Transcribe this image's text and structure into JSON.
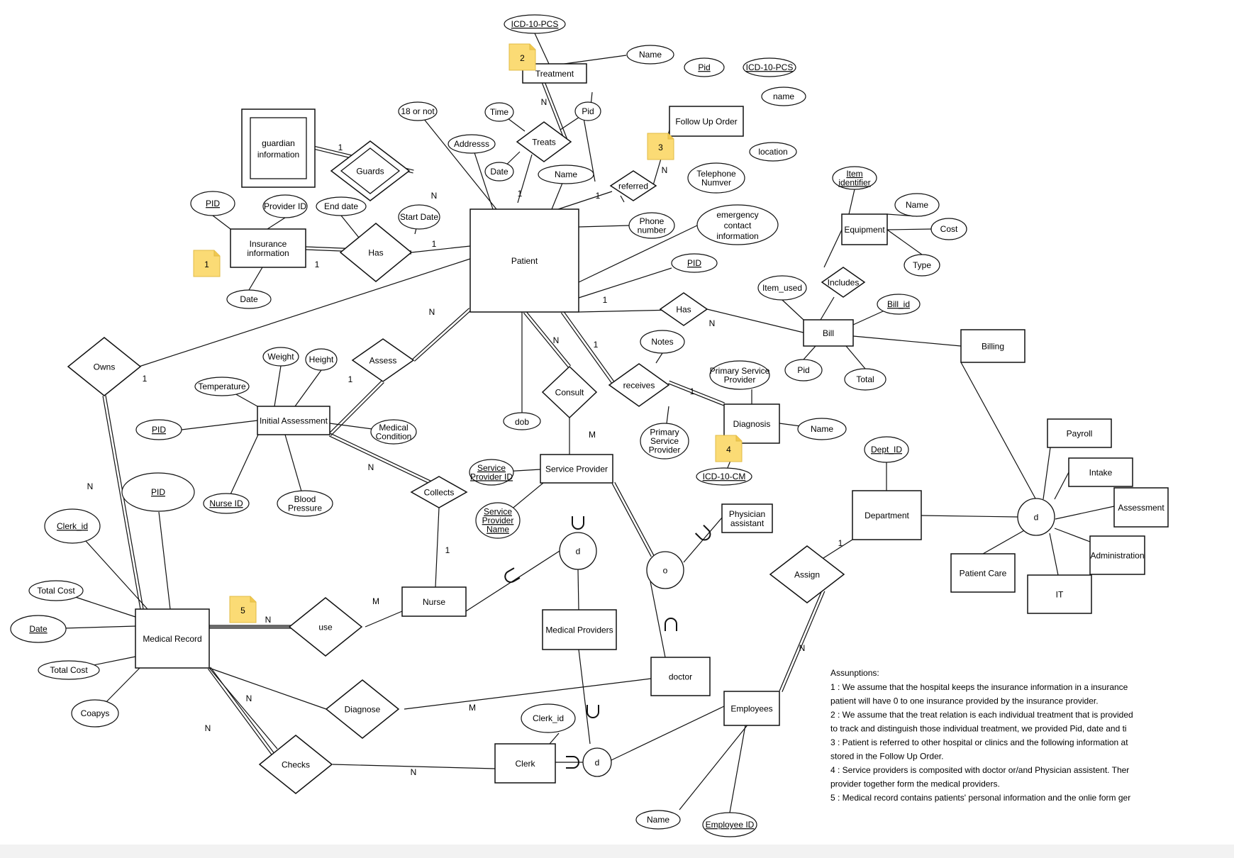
{
  "diagram": {
    "entities": [
      {
        "id": "patient",
        "label": "Patient"
      },
      {
        "id": "treatment",
        "label": "Treatment"
      },
      {
        "id": "follow_up_order",
        "label": "Follow Up Order"
      },
      {
        "id": "guardian_info",
        "label": "guardian\ninformation",
        "weak": true
      },
      {
        "id": "insurance_info",
        "label": "Insurance\ninformation"
      },
      {
        "id": "equipment",
        "label": "Equipment"
      },
      {
        "id": "bill",
        "label": "Bill"
      },
      {
        "id": "billing",
        "label": "Billing"
      },
      {
        "id": "initial_assessment",
        "label": "Initial Assessment"
      },
      {
        "id": "diagnosis",
        "label": "Diagnosis"
      },
      {
        "id": "service_provider",
        "label": "Service Provider"
      },
      {
        "id": "physician_assistant",
        "label": "Physician\nassistant"
      },
      {
        "id": "nurse",
        "label": "Nurse"
      },
      {
        "id": "medical_providers",
        "label": "Medical Providers"
      },
      {
        "id": "medical_record",
        "label": "Medical Record"
      },
      {
        "id": "doctor",
        "label": "doctor"
      },
      {
        "id": "department",
        "label": "Department"
      },
      {
        "id": "payroll",
        "label": "Payroll"
      },
      {
        "id": "intake",
        "label": "Intake"
      },
      {
        "id": "assessment_dept",
        "label": "Assessment"
      },
      {
        "id": "administration",
        "label": "Administration"
      },
      {
        "id": "patient_care",
        "label": "Patient Care"
      },
      {
        "id": "it",
        "label": "IT"
      },
      {
        "id": "employees",
        "label": "Employees"
      },
      {
        "id": "clerk",
        "label": "Clerk"
      }
    ],
    "relationships": [
      {
        "id": "treats",
        "label": "Treats"
      },
      {
        "id": "guards",
        "label": "Guards",
        "identifying": true
      },
      {
        "id": "has_insurance",
        "label": "Has"
      },
      {
        "id": "referred",
        "label": "referred"
      },
      {
        "id": "includes",
        "label": "Includes"
      },
      {
        "id": "has_bill",
        "label": "Has"
      },
      {
        "id": "owns",
        "label": "Owns"
      },
      {
        "id": "assess",
        "label": "Assess"
      },
      {
        "id": "consult",
        "label": "Consult"
      },
      {
        "id": "receives",
        "label": "receives"
      },
      {
        "id": "collects",
        "label": "Collects"
      },
      {
        "id": "use",
        "label": "use"
      },
      {
        "id": "diagnose",
        "label": "Diagnose"
      },
      {
        "id": "checks",
        "label": "Checks"
      },
      {
        "id": "assign",
        "label": "Assign"
      }
    ],
    "attributes": [
      {
        "id": "icd_pcs_treat",
        "label": "ICD-10-PCS",
        "key": true
      },
      {
        "id": "treat_name",
        "label": "Name"
      },
      {
        "id": "fu_pid",
        "label": "Pid",
        "key": true
      },
      {
        "id": "fu_icd",
        "label": "ICD-10-PCS",
        "key": true
      },
      {
        "id": "fu_name",
        "label": "name"
      },
      {
        "id": "fu_location",
        "label": "location"
      },
      {
        "id": "fu_phone",
        "label": "Telephone\nNumver"
      },
      {
        "id": "age18",
        "label": "18 or not"
      },
      {
        "id": "tr_time",
        "label": "Time"
      },
      {
        "id": "tr_pid",
        "label": "Pid"
      },
      {
        "id": "tr_date",
        "label": "Date"
      },
      {
        "id": "address",
        "label": "Addresss"
      },
      {
        "id": "p_name",
        "label": "Name"
      },
      {
        "id": "phone",
        "label": "Phone\nnumber"
      },
      {
        "id": "emergency",
        "label": "emergency\ncontact\ninformation"
      },
      {
        "id": "p_pid",
        "label": "PID",
        "key": true
      },
      {
        "id": "dob",
        "label": "dob"
      },
      {
        "id": "ins_pid",
        "label": "PID",
        "key": true
      },
      {
        "id": "provider_id",
        "label": "Provider ID"
      },
      {
        "id": "end_date",
        "label": "End date"
      },
      {
        "id": "start_date",
        "label": "Start Date"
      },
      {
        "id": "ins_date",
        "label": "Date"
      },
      {
        "id": "item_id",
        "label": "Item\nidentifier",
        "key": true
      },
      {
        "id": "eq_name",
        "label": "Name"
      },
      {
        "id": "eq_cost",
        "label": "Cost"
      },
      {
        "id": "eq_type",
        "label": "Type"
      },
      {
        "id": "item_used",
        "label": "Item_used"
      },
      {
        "id": "bill_id",
        "label": "Bill_id",
        "key": true
      },
      {
        "id": "bill_pid",
        "label": "Pid"
      },
      {
        "id": "bill_total",
        "label": "Total"
      },
      {
        "id": "notes",
        "label": "Notes"
      },
      {
        "id": "psp_diag",
        "label": "Primary Service\nProvider"
      },
      {
        "id": "diag_name",
        "label": "Name"
      },
      {
        "id": "icd_cm",
        "label": "ICD-10-CM",
        "key": true
      },
      {
        "id": "psp_recv",
        "label": "Primary\nService\nProvider"
      },
      {
        "id": "weight",
        "label": "Weight"
      },
      {
        "id": "height",
        "label": "Height"
      },
      {
        "id": "temperature",
        "label": "Temperature"
      },
      {
        "id": "ia_pid",
        "label": "PID",
        "key": true
      },
      {
        "id": "med_cond",
        "label": "Medical\nCondition"
      },
      {
        "id": "nurse_id",
        "label": "Nurse ID",
        "key": true
      },
      {
        "id": "blood_pressure",
        "label": "Blood\nPressure"
      },
      {
        "id": "sp_id",
        "label": "Service\nProvider ID",
        "key": true
      },
      {
        "id": "sp_name",
        "label": "Service\nProvider\nName",
        "key": true
      },
      {
        "id": "mr_pid",
        "label": "PID",
        "key": true
      },
      {
        "id": "clerk_id_mr",
        "label": "Clerk_id",
        "key": true
      },
      {
        "id": "total_cost1",
        "label": "Total Cost"
      },
      {
        "id": "mr_date",
        "label": "Date",
        "key": true
      },
      {
        "id": "total_cost2",
        "label": "Total Cost"
      },
      {
        "id": "coapys",
        "label": "Coapys"
      },
      {
        "id": "clerk_id",
        "label": "Clerk_id"
      },
      {
        "id": "dept_id",
        "label": "Dept_ID",
        "key": true
      },
      {
        "id": "emp_name",
        "label": "Name"
      },
      {
        "id": "emp_id",
        "label": "Employee ID",
        "key": true
      }
    ],
    "specializations": [
      {
        "id": "sp_d",
        "label": "d"
      },
      {
        "id": "sp_o",
        "label": "o"
      },
      {
        "id": "dept_d",
        "label": "d"
      },
      {
        "id": "emp_d",
        "label": "d"
      }
    ],
    "cardinalities": [
      {
        "id": "c_treat",
        "label": "N"
      },
      {
        "id": "c_treats_pat",
        "label": "1"
      },
      {
        "id": "c_guard",
        "label": "1"
      },
      {
        "id": "c_guard_pat",
        "label": "N"
      },
      {
        "id": "c_ins",
        "label": "1"
      },
      {
        "id": "c_has_pat",
        "label": "1"
      },
      {
        "id": "c_ref_pat",
        "label": "1"
      },
      {
        "id": "c_ref_fu",
        "label": "N"
      },
      {
        "id": "c_hasb_pat",
        "label": "1"
      },
      {
        "id": "c_hasb_bill",
        "label": "N"
      },
      {
        "id": "c_assess_pat",
        "label": "N"
      },
      {
        "id": "c_assess_ia",
        "label": "1"
      },
      {
        "id": "c_owns",
        "label": "1"
      },
      {
        "id": "c_owns_mr",
        "label": "N"
      },
      {
        "id": "c_consult_pat",
        "label": "N"
      },
      {
        "id": "c_consult_sp",
        "label": "M"
      },
      {
        "id": "c_recv_pat",
        "label": "1"
      },
      {
        "id": "c_recv_diag",
        "label": "1"
      },
      {
        "id": "c_coll_ia",
        "label": "N"
      },
      {
        "id": "c_coll_nurse",
        "label": "1"
      },
      {
        "id": "c_use_nurse",
        "label": "M"
      },
      {
        "id": "c_use_mr",
        "label": "N"
      },
      {
        "id": "c_diag_mr",
        "label": "N"
      },
      {
        "id": "c_diag_doc",
        "label": "M"
      },
      {
        "id": "c_checks_mr",
        "label": "N"
      },
      {
        "id": "c_checks_clerk",
        "label": "N"
      },
      {
        "id": "c_assign_dept",
        "label": "1"
      },
      {
        "id": "c_assign_emp",
        "label": "N"
      }
    ],
    "notes": [
      "1",
      "2",
      "3",
      "4",
      "5"
    ]
  },
  "assumptions": {
    "title": "Assunptions:",
    "lines": [
      "1 : We assume that  the hospital keeps the insurance information in a insurance",
      "patient will have 0 to one insurance provided by the insurance provider.",
      "2 : We assume that the treat relation is each individual treatment that is provided",
      "to track and distinguish those individual treatment, we  provided Pid, date and ti",
      "3 : Patient is referred to other hospital or clinics  and the following information at",
      "stored in the Follow Up Order.",
      "4 : Service providers is composited with doctor or/and Physician assistent. Ther",
      "provider together form the medical providers.",
      "5 : Medical record contains patients' personal information and the onlie form ger"
    ]
  }
}
